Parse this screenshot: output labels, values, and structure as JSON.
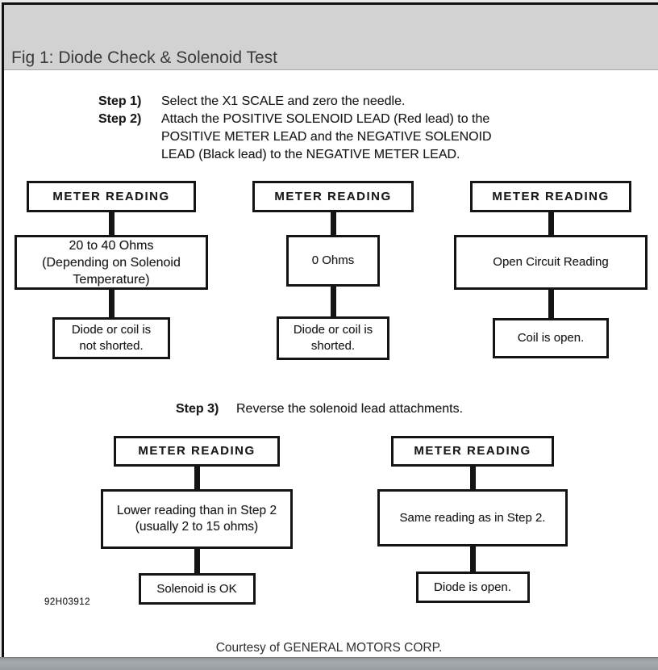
{
  "window": {
    "title": "Fig 1: Diode Check & Solenoid Test"
  },
  "instructions": {
    "step1": {
      "label": "Step 1)",
      "text": "Select the X1 SCALE and zero the needle."
    },
    "step2": {
      "label": "Step 2)",
      "text": "Attach the POSITIVE SOLENOID LEAD (Red lead) to the\nPOSITIVE METER LEAD and the NEGATIVE SOLENOID\nLEAD (Black lead) to the NEGATIVE METER LEAD."
    },
    "step3": {
      "label": "Step 3)",
      "text": "Reverse the solenoid lead attachments."
    }
  },
  "flowchart": {
    "row1": [
      {
        "header": "METER READING",
        "reading": "20 to 40 Ohms\n(Depending on Solenoid\nTemperature)",
        "conclusion": "Diode or coil is\nnot shorted."
      },
      {
        "header": "METER READING",
        "reading": "0 Ohms",
        "conclusion": "Diode or coil is\nshorted."
      },
      {
        "header": "METER READING",
        "reading": "Open Circuit Reading",
        "conclusion": "Coil is open."
      }
    ],
    "row2": [
      {
        "header": "METER READING",
        "reading": "Lower reading than in Step 2\n(usually 2 to 15 ohms)",
        "conclusion": "Solenoid is OK"
      },
      {
        "header": "METER READING",
        "reading": "Same reading as in Step 2.",
        "conclusion": "Diode is open."
      }
    ]
  },
  "figure_number": "92H03912",
  "credit": "Courtesy of GENERAL MOTORS CORP.",
  "colors": {
    "header_bg": "#d2d2d2",
    "frame": "#111111",
    "scrollbar": "#9da1a5"
  }
}
